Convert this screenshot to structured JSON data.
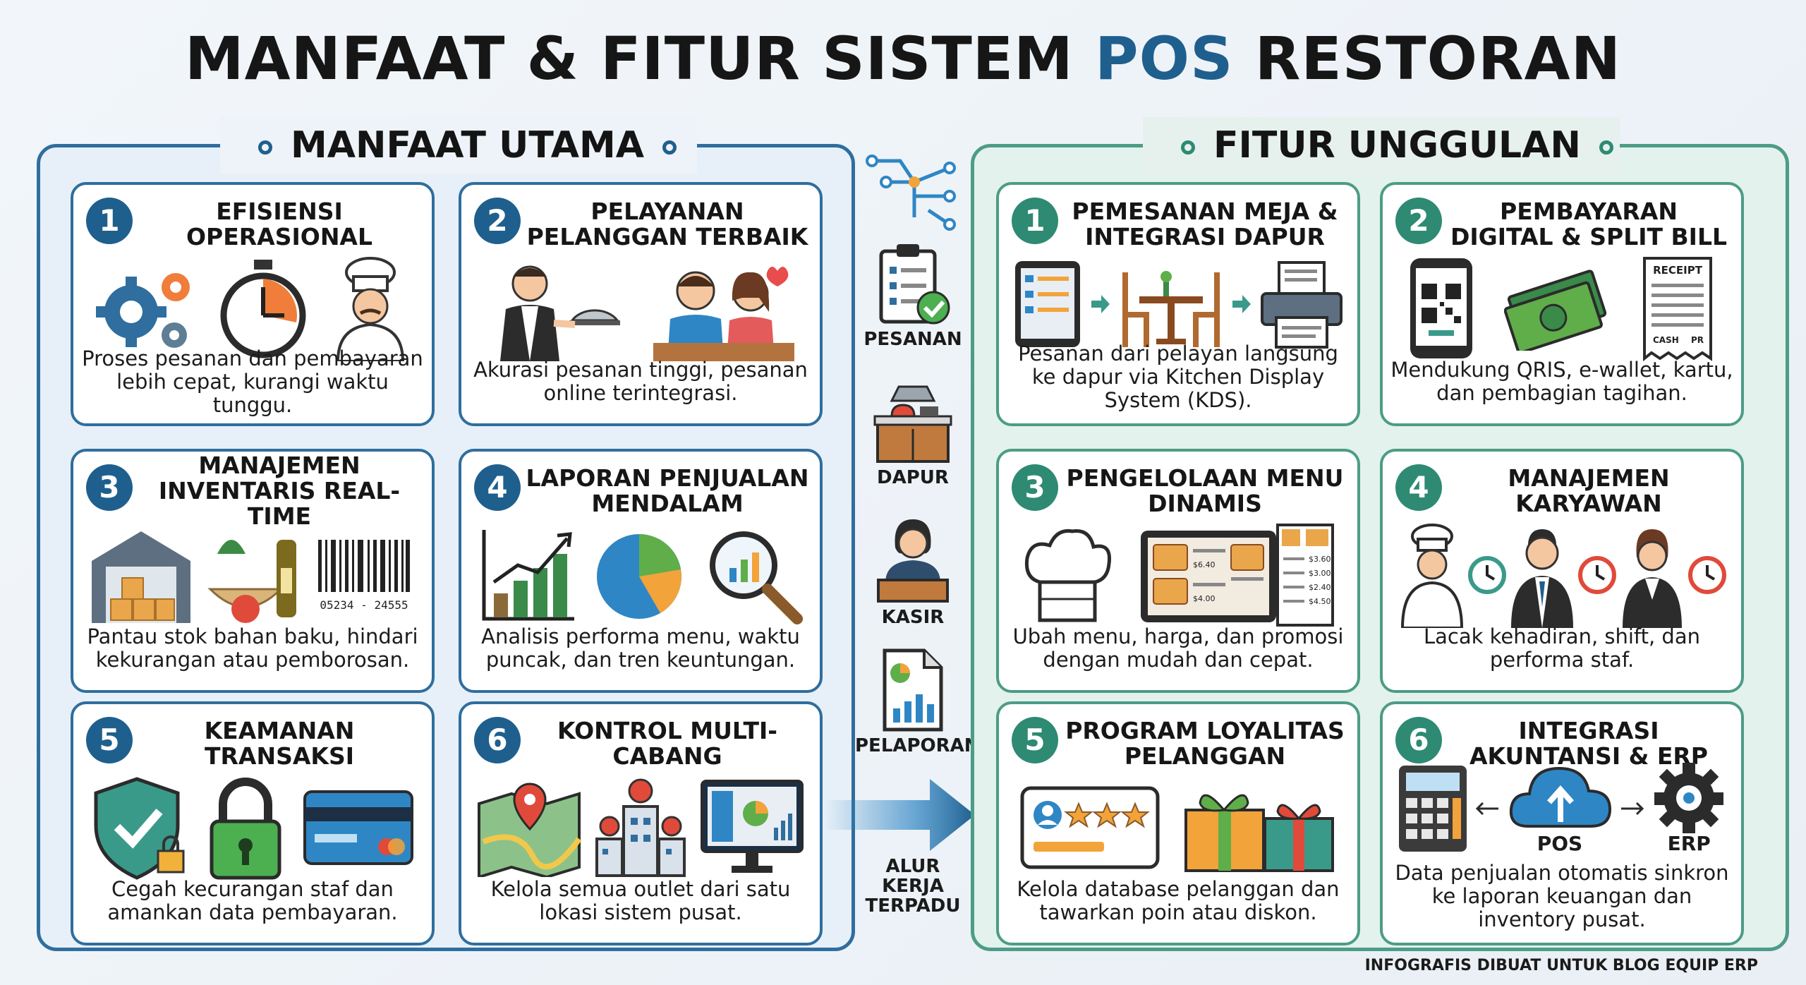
{
  "title": {
    "prefix": "MANFAAT & FITUR SISTEM ",
    "highlight": "POS",
    "suffix": " RESTORAN"
  },
  "colors": {
    "blue": "#1f5f8e",
    "green": "#2e8a73",
    "blue_border": "#2f6e9e",
    "green_border": "#4d9c86"
  },
  "left_panel": {
    "heading": "MANFAAT UTAMA",
    "cards": [
      {
        "num": "1",
        "title": "EFISIENSI OPERASIONAL",
        "desc": "Proses pesanan dan pembayaran lebih cepat, kurangi waktu tunggu.",
        "icons": [
          "gears-icon",
          "stopwatch-icon",
          "chef-icon"
        ]
      },
      {
        "num": "2",
        "title": "PELAYANAN PELANGGAN TERBAIK",
        "desc": "Akurasi pesanan tinggi, pesanan online terintegrasi.",
        "icons": [
          "waiter-icon",
          "happy-customers-icon"
        ]
      },
      {
        "num": "3",
        "title": "MANAJEMEN INVENTARIS REAL-TIME",
        "desc": "Pantau stok bahan baku, hindari kekurangan atau pemborosan.",
        "icons": [
          "warehouse-icon",
          "groceries-icon",
          "barcode-icon"
        ],
        "barcode_text": "05234 - 24555"
      },
      {
        "num": "4",
        "title": "LAPORAN PENJUALAN MENDALAM",
        "desc": "Analisis performa menu, waktu puncak, dan tren keuntungan.",
        "icons": [
          "bar-chart-icon",
          "pie-chart-icon",
          "magnifier-icon"
        ]
      },
      {
        "num": "5",
        "title": "KEAMANAN TRANSAKSI",
        "desc": "Cegah kecurangan staf dan amankan data pembayaran.",
        "icons": [
          "shield-icon",
          "padlock-icon",
          "credit-card-icon"
        ]
      },
      {
        "num": "6",
        "title": "KONTROL MULTI-CABANG",
        "desc": "Kelola semua outlet dari satu lokasi sistem pusat.",
        "icons": [
          "map-icon",
          "branches-icon",
          "dashboard-monitor-icon"
        ]
      }
    ]
  },
  "right_panel": {
    "heading": "FITUR UNGGULAN",
    "cards": [
      {
        "num": "1",
        "title": "PEMESANAN MEJA & INTEGRASI DAPUR",
        "desc": "Pesanan dari pelayan langsung ke dapur via Kitchen Display System (KDS).",
        "icons": [
          "tablet-icon",
          "table-chairs-icon",
          "printer-icon"
        ]
      },
      {
        "num": "2",
        "title": "PEMBAYARAN DIGITAL & SPLIT BILL",
        "desc": "Mendukung QRIS, e-wallet, kartu, dan pembagian tagihan.",
        "icons": [
          "qr-phone-icon",
          "cash-icon",
          "receipt-icon"
        ],
        "receipt_text": "RECEIPT",
        "receipt_cash": "CASH",
        "receipt_pr": "PR"
      },
      {
        "num": "3",
        "title": "PENGELOLAAN MENU DINAMIS",
        "desc": "Ubah menu, harga, dan promosi dengan mudah dan cepat.",
        "icons": [
          "chef-hat-icon",
          "menu-tablet-icon"
        ],
        "prices": [
          "$6.40",
          "$4.00",
          "$3.60",
          "$3.00",
          "$2.40",
          "$4.50"
        ]
      },
      {
        "num": "4",
        "title": "MANAJEMEN KARYAWAN",
        "desc": "Lacak kehadiran, shift, dan performa staf.",
        "icons": [
          "staff-chef-icon",
          "clock-icon",
          "staff-manager-icon",
          "clock-icon",
          "staff-waitress-icon",
          "clock-icon"
        ]
      },
      {
        "num": "5",
        "title": "PROGRAM LOYALITAS PELANGGAN",
        "desc": "Kelola database pelanggan dan tawarkan poin atau diskon.",
        "icons": [
          "loyalty-card-icon",
          "gift-icon"
        ]
      },
      {
        "num": "6",
        "title": "INTEGRASI AKUNTANSI & ERP",
        "desc": "Data penjualan otomatis sinkron ke laporan keuangan dan inventory pusat.",
        "icons": [
          "calculator-icon",
          "cloud-sync-icon",
          "erp-gear-icon"
        ],
        "labels": [
          "POS",
          "ERP"
        ]
      }
    ]
  },
  "flow": {
    "items": [
      {
        "label": "PESANAN",
        "icon": "clipboard-check-icon"
      },
      {
        "label": "DAPUR",
        "icon": "kitchen-icon"
      },
      {
        "label": "KASIR",
        "icon": "cashier-icon"
      },
      {
        "label": "PELAPORAN",
        "icon": "report-icon"
      }
    ],
    "arrow_label": "ALUR KERJA TERPADU"
  },
  "footer": "INFOGRAFIS DIBUAT UNTUK BLOG EQUIP ERP"
}
